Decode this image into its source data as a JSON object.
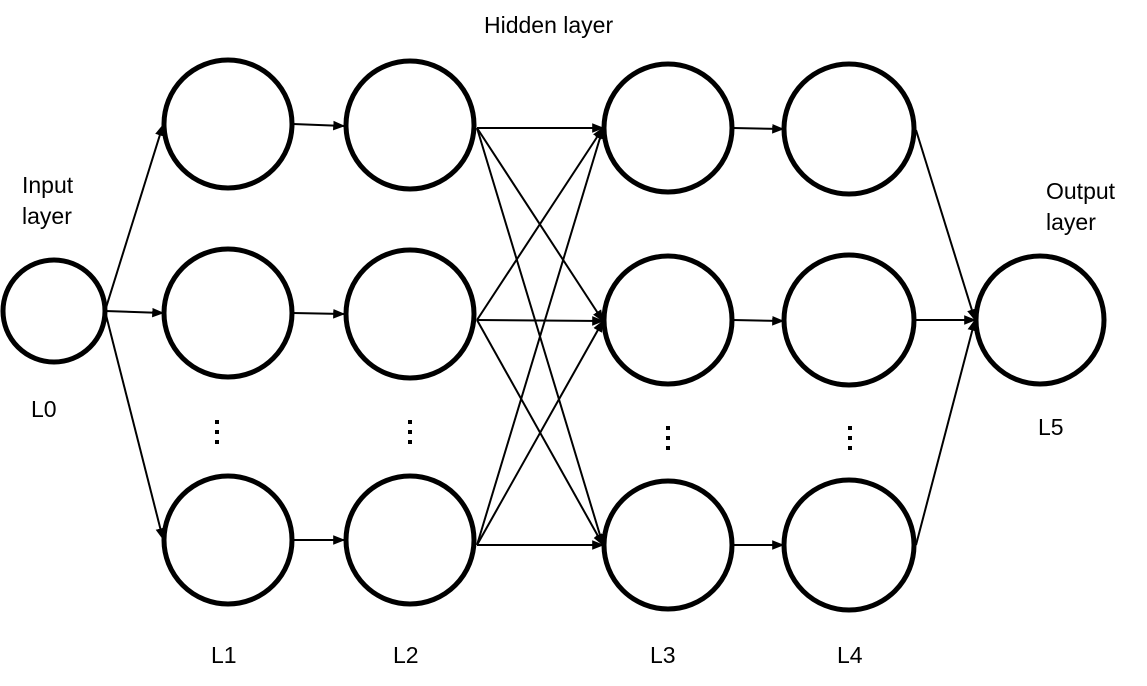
{
  "title": "Hidden layer",
  "input_label": [
    "Input",
    "layer"
  ],
  "output_label": [
    "Output",
    "layer"
  ],
  "layer_labels": [
    "L0",
    "L1",
    "L2",
    "L3",
    "L4",
    "L5"
  ],
  "colors": {
    "stroke": "#000000",
    "background": "#ffffff"
  }
}
